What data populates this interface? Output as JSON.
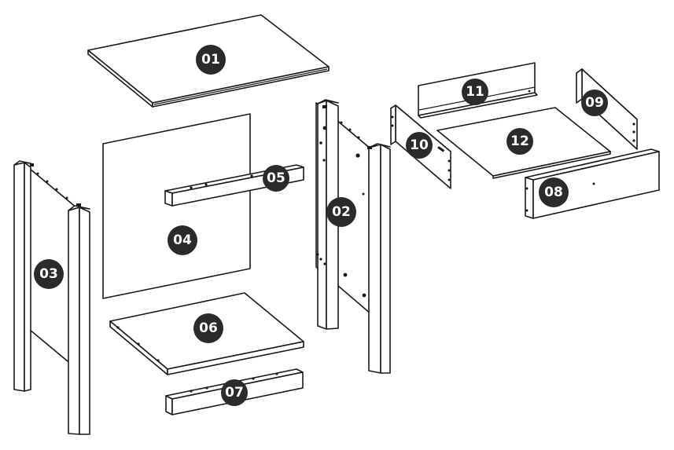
{
  "diagram": {
    "colors": {
      "line": "#1a1a1a",
      "badge": "#2b2b2b",
      "badge_text": "#ffffff",
      "background": "#ffffff"
    },
    "parts": [
      {
        "id": "01",
        "label": "01"
      },
      {
        "id": "02",
        "label": "02"
      },
      {
        "id": "03",
        "label": "03"
      },
      {
        "id": "04",
        "label": "04"
      },
      {
        "id": "05",
        "label": "05"
      },
      {
        "id": "06",
        "label": "06"
      },
      {
        "id": "07",
        "label": "07"
      },
      {
        "id": "08",
        "label": "08"
      },
      {
        "id": "09",
        "label": "09"
      },
      {
        "id": "10",
        "label": "10"
      },
      {
        "id": "11",
        "label": "11"
      },
      {
        "id": "12",
        "label": "12"
      }
    ]
  }
}
